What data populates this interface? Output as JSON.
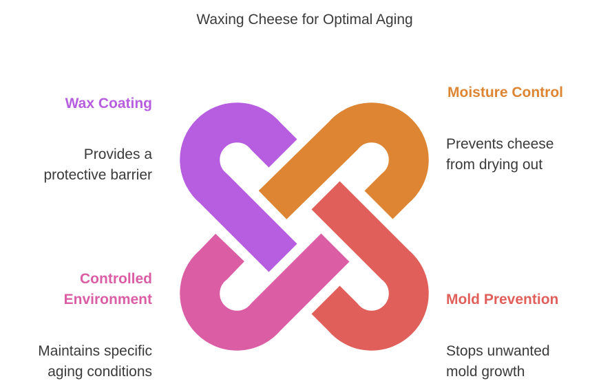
{
  "title": "Waxing Cheese for Optimal Aging",
  "colors": {
    "wax": "#b65de0",
    "moisture": "#dd8533",
    "mold": "#e15f5b",
    "environment": "#db5ea5",
    "text": "#3a3a3a"
  },
  "items": [
    {
      "heading": "Wax Coating",
      "line1": "Provides a",
      "line2": "protective barrier"
    },
    {
      "heading": "Moisture Control",
      "line1": "Prevents cheese",
      "line2": "from drying out"
    },
    {
      "heading1": "Controlled",
      "heading2": "Environment",
      "line1": "Maintains specific",
      "line2": "aging conditions"
    },
    {
      "heading": "Mold Prevention",
      "line1": "Stops unwanted",
      "line2": "mold growth"
    }
  ]
}
